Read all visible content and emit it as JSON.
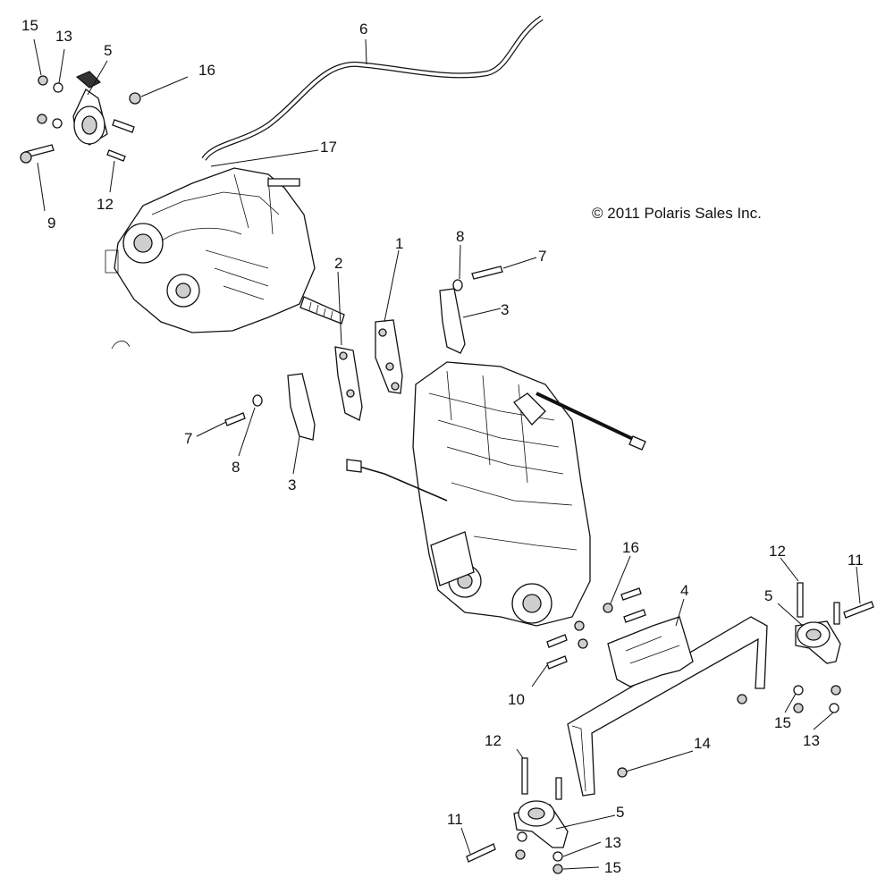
{
  "copyright": "© 2011 Polaris Sales Inc.",
  "callouts": {
    "c15_tl": "15",
    "c13_tl": "13",
    "c5_tl": "5",
    "c16_tl": "16",
    "c6": "6",
    "c17": "17",
    "c9": "9",
    "c12_tl": "12",
    "c1": "1",
    "c2": "2",
    "c8_top": "8",
    "c7_top": "7",
    "c3_right": "3",
    "c7_left": "7",
    "c8_left": "8",
    "c3_left": "3",
    "c16_mid": "16",
    "c4": "4",
    "c10": "10",
    "c12_r": "12",
    "c11_r": "11",
    "c5_r": "5",
    "c15_r": "15",
    "c13_r": "13",
    "c14": "14",
    "c12_b": "12",
    "c11_b": "11",
    "c5_b": "5",
    "c13_b": "13",
    "c15_b": "15"
  }
}
